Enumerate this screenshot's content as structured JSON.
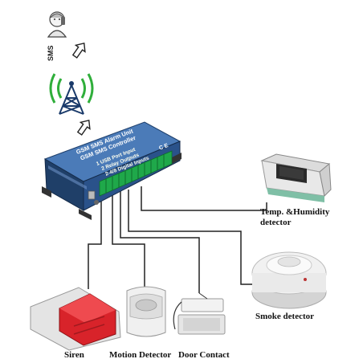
{
  "icons": {
    "phone_user": "person-with-phone-icon",
    "gsm_tower": "signal-tower-icon",
    "up_arrow": "up-arrow-icon"
  },
  "sms_label": "SMS",
  "controller": {
    "line1": "GSM SMS Alarm Unit",
    "line2": "GSM SMS Controller",
    "line3": "1 USB Port Input",
    "line4": "2 Relay Outputs",
    "line5": "2-4/8 Digital Inputs",
    "brand_marks": "C E"
  },
  "devices": {
    "temp_label_line1": "Temp. &Humidity",
    "temp_label_line2": "detector",
    "smoke_label": "Smoke detector",
    "siren_label": "Siren",
    "motion_label": "Motion Detector",
    "door_label": "Door Contact"
  },
  "colors": {
    "signal_green": "#2fae3a",
    "terminal_green": "#1fa84a",
    "siren_red": "#d8232a",
    "controller_blue": "#2f5f9a",
    "wire": "#222222"
  }
}
